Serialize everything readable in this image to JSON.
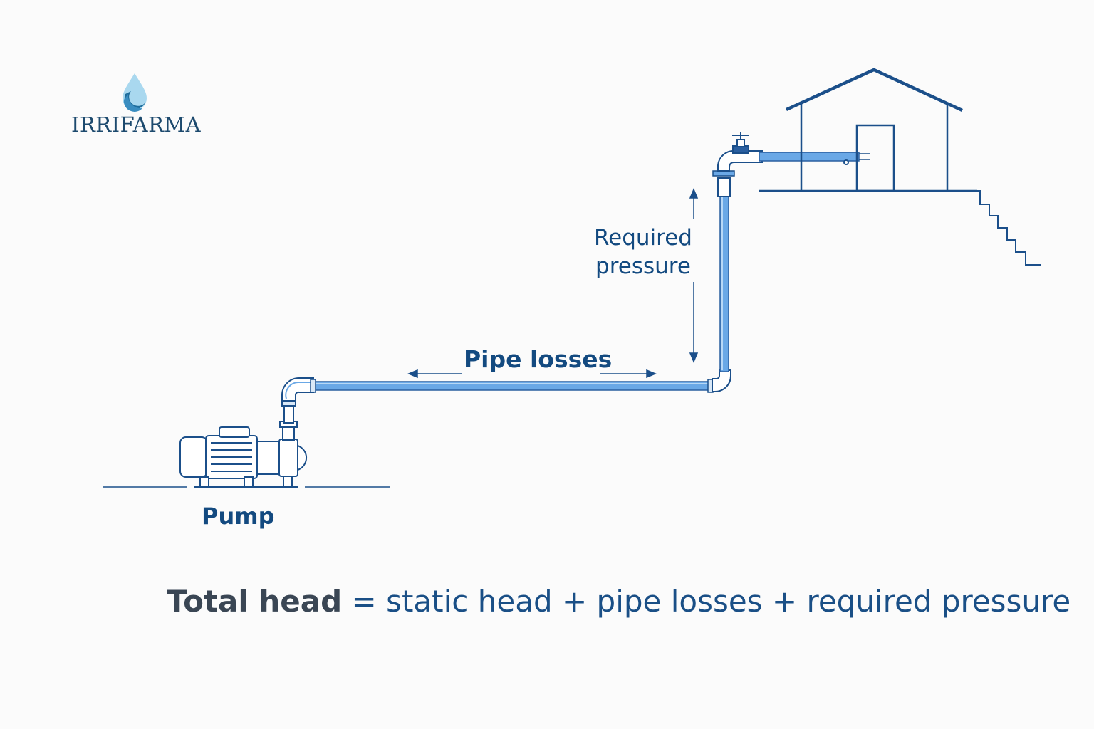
{
  "brand": {
    "name": "IRRIFARMA",
    "accent": "#1d4a6e",
    "drop_light": "#a9d8ef",
    "drop_dark": "#1f6d9c"
  },
  "labels": {
    "pipe_losses": "Pipe losses",
    "required_pressure_line1": "Required",
    "required_pressure_line2": "pressure",
    "pump": "Pump"
  },
  "formula": {
    "lhs": "Total head",
    "equals": "=",
    "term1": "static head",
    "plus1": "+",
    "term2": "pipe losses",
    "plus2": "+",
    "term3": "required pressure"
  },
  "colors": {
    "pipe_fill": "#6aa8e6",
    "pipe_stroke": "#2a5fa0",
    "line": "#1b4f8a",
    "text": "#134a80",
    "formula_bold": "#3a4654"
  }
}
